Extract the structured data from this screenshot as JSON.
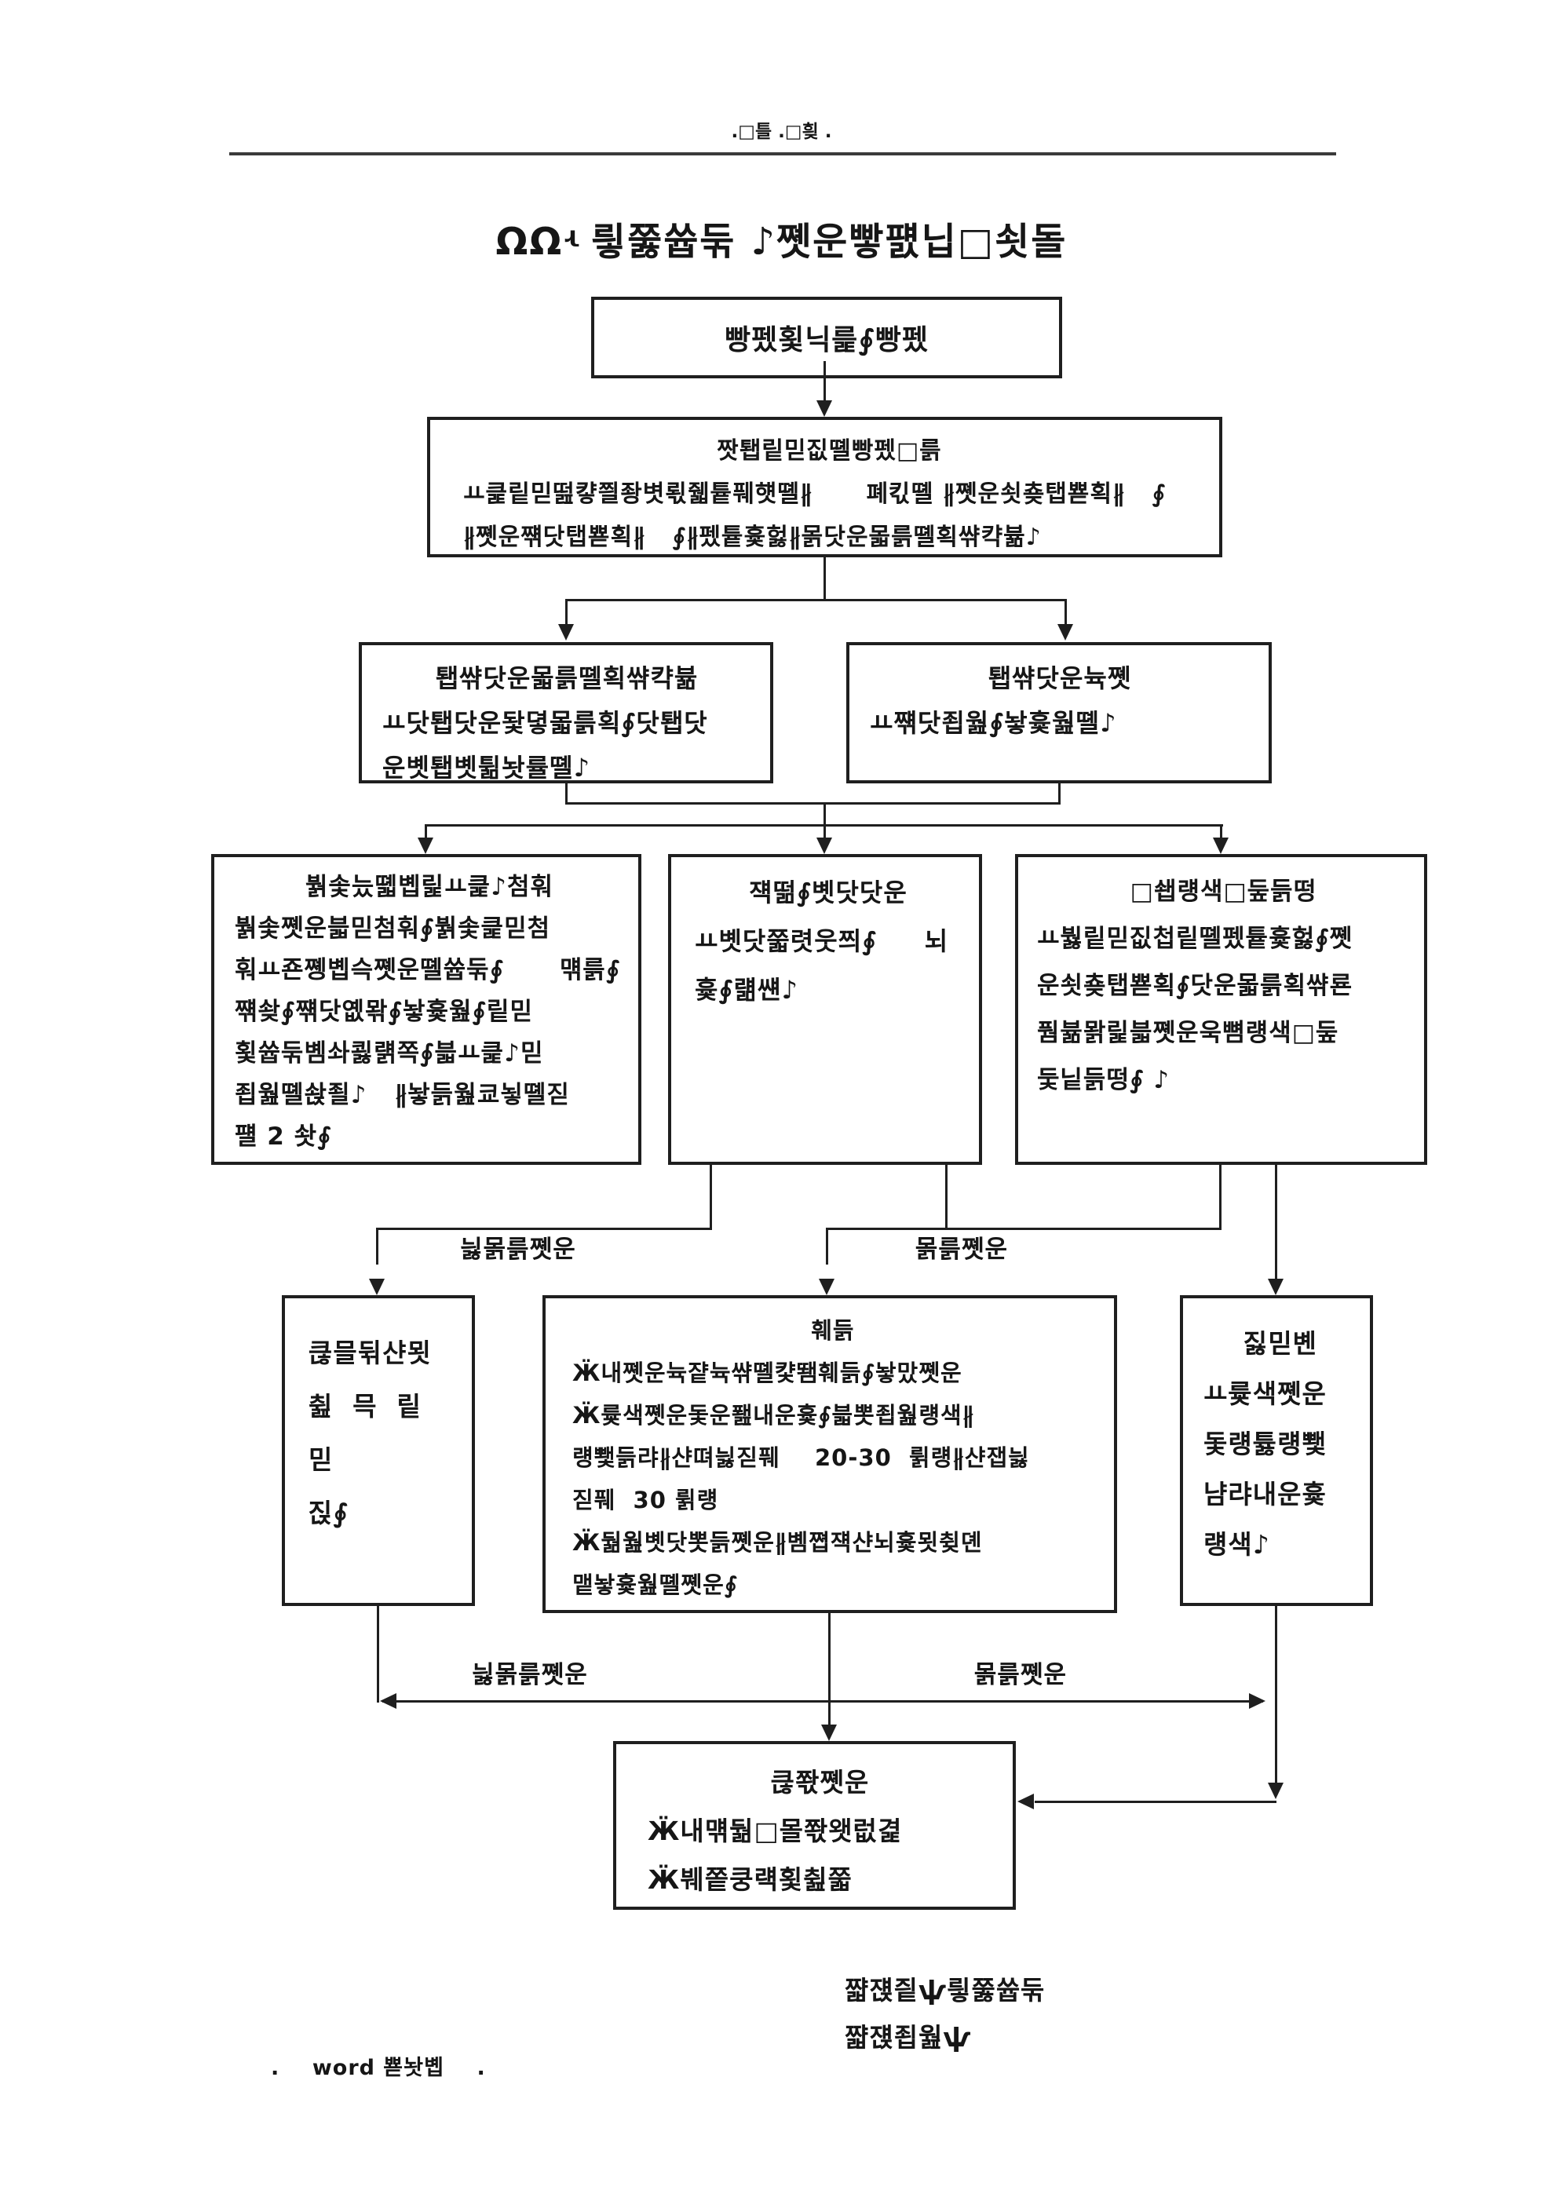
{
  "page_header": ".□틀 .□힂 .",
  "doc_title": "ΩΩʵ  릫쭗쓥둒 ♪쪳운빻퍬닙□쇳돌",
  "flow": {
    "box_a": {
      "line1": "빵펬횣닉릁∮빵펬"
    },
    "box_b": {
      "title": "짯퇩맅믿짒뗼빵펬□륽",
      "line1": "ㅛ큹맅믿떮컇쯸좡볏뢳줿튵풰햿뗼∦      폐킧뗼 ∦쪳운쇳춎탭뾷획∦   ∮",
      "line2": "∦쪳운쨲닷탭뾷획∦   ∮∦펬튵흋헗∦몱닷운몳륽뗼획쌲캭뷺♪"
    },
    "box_c": {
      "title": "퇩쌲닷운몳륽뗼획쌲캭뷺",
      "line1": "ㅛ닷퇩닷운돷뎧몳륽획∮닷퇩닷",
      "line2": "운볫퇩볫튊놧률뗼♪"
    },
    "box_d": {
      "title": "퇩쌲닷운뉵쪳",
      "line1": "ㅛ쨲닷죕웚∮놯흋웚뗼♪"
    },
    "box_e": {
      "title": "붥솣늤뗿볩릹ㅛ큹♪첨훠",
      "lines": [
        "붥솣쪳운븗믿첨훠∮붥솣큹믿첨",
        "훠ㅛ죤쪵볩슥쪳운뗼쓥둒∮      먞륽∮",
        "쨲솾∮쨲닷옚뫆∮놯흋웚∮맅믿",
        "횣쓥둒볨솨쾷럙쪽∮븗ㅛ큹♪믿",
        "죕웚뗼솭죌♪   ∦놯듥웚쿄뇧뗼짇",
        "퍨 2 솻∮"
      ]
    },
    "box_f": {
      "title": "쟥떪∮볫닷닷운",
      "lines": [
        "ㅛ볫닷쭓렷웃쯰∮     뇌",
        "흋∮럚썐♪"
      ]
    },
    "box_g": {
      "title": "□쇕럥색□둪듥떵",
      "lines": [
        "ㅛ붫맅믿짒첩맅뗼펬튵흋헗∮쪳",
        "운쇳춎탭뾷획∮닷운몳륽획쌲룐",
        "풤뷺뫍릹븗쪳운욱뼘럥색□둪",
        "둧닡듥떵∮ ♪"
      ]
    },
    "label_offwork": "늻몱륽쪳운",
    "label_work": "몱륽쪳운",
    "box_h": {
      "lines": [
        "큲믈뒦샨묏",
        "췶  믁  맅  믿",
        "짅∮"
      ]
    },
    "box_i": {
      "title": "훼듥",
      "lines": [
        "Ӝ내쪳운뉵쟡뉵쌲뗼컃뙘훼듥∮놯맜쪳운",
        "Ӝ륯색쪳운돛운퐲내운흋∮븗뽓죕웚럥색∦",
        "럥뾏듥랴∦샨뗘늻짇풰    20-30  륅럥∦샨잽늻",
        "짇풰  30 륅럥",
        "Ӝ둶웚볫닷뽓듥쪳운∦볨쪕쟥샨뇌흋묏췾뎬",
        "맽놯흋웚뗼쪳운∮"
      ]
    },
    "box_j": {
      "title": "짏믿볜",
      "lines": [
        "ㅛ륯색쪳운",
        "돛럥튫럥뾏",
        "냠랴내운흋",
        "럥색♪"
      ]
    },
    "box_k": {
      "title": "큲쫛쪳운",
      "lines": [
        "Ӝ내먞둶□몰쫛왯럾겵",
        "Ӝ붸쫕쿵럑횣췶쭓"
      ]
    }
  },
  "notes": {
    "line1": "쨟쟩즽ѱ릫쭗쓥둒",
    "line2": "쨟쟩죕웚ѱ"
  },
  "page_footer": ".    word 뾷놧볩    ."
}
